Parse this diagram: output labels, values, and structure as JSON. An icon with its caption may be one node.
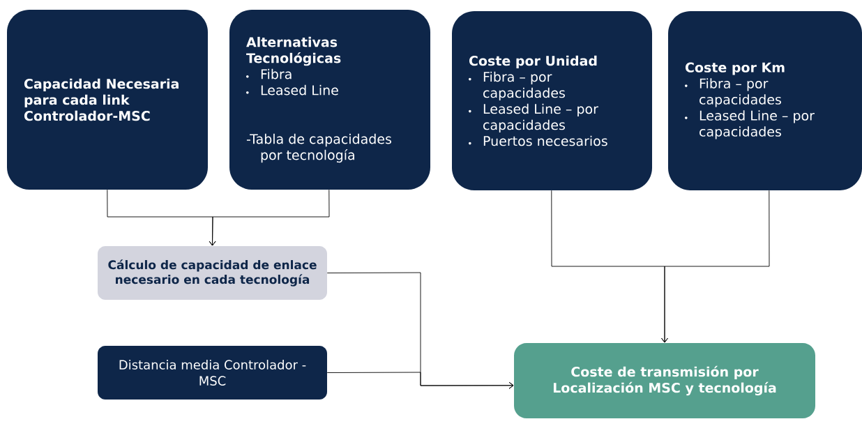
{
  "diagram": {
    "nodes": [
      {
        "text": [
          "Capacidad Necesaria para cada link Controlador-MSC"
        ]
      },
      {
        "text": [
          "Alternativas Tecnológicas",
          "Fibra",
          "Leased Line",
          "-Tabla de capacidades por tecnología"
        ]
      },
      {
        "text": [
          "Coste por Unidad",
          "Fibra – por capacidades",
          "Leased Line – por capacidades",
          "Puertos necesarios"
        ]
      },
      {
        "text": [
          "Coste por Km",
          "Fibra – por capacidades",
          "Leased Line – por capacidades"
        ]
      },
      {
        "text": [
          "Cálculo de capacidad de enlace necesario en cada tecnología"
        ]
      },
      {
        "text": [
          "Distancia media Controlador - MSC"
        ]
      },
      {
        "text": [
          "Coste de transmisión por Localización MSC y tecnología"
        ]
      }
    ],
    "edges": [
      {
        "from": 0,
        "to": 4,
        "arrow": "to"
      },
      {
        "from": 1,
        "to": 4,
        "arrow": "to"
      },
      {
        "from": 2,
        "to": 6,
        "arrow": "to"
      },
      {
        "from": 3,
        "to": 6,
        "arrow": "to"
      },
      {
        "from": 4,
        "to": 6,
        "arrow": "to"
      },
      {
        "from": 5,
        "to": 6,
        "arrow": "to"
      }
    ]
  }
}
